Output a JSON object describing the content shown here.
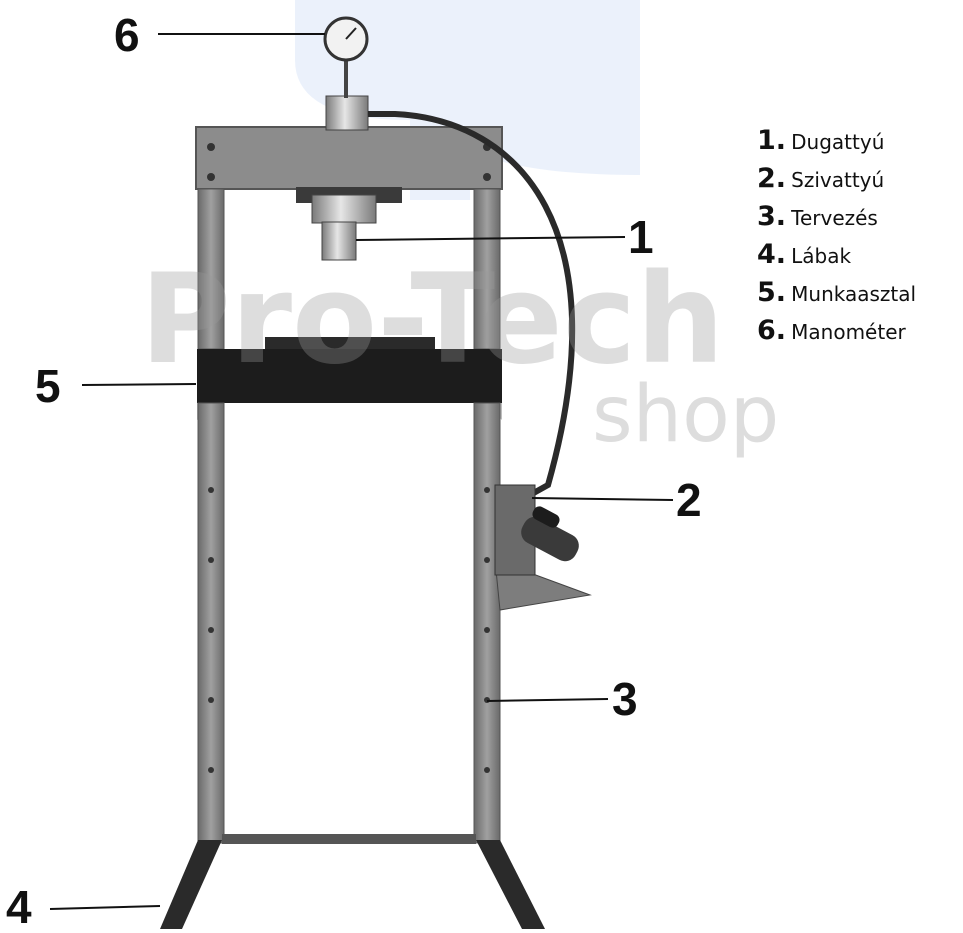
{
  "watermark": {
    "brand": "Pro-Tech",
    "sub": "shop",
    "color": "#9a9a9a",
    "accent": "#6e9fe0"
  },
  "callouts": [
    {
      "number": "1"
    },
    {
      "number": "2"
    },
    {
      "number": "3"
    },
    {
      "number": "4"
    },
    {
      "number": "5"
    },
    {
      "number": "6"
    }
  ],
  "legend": [
    {
      "number": "1.",
      "label": "Dugattyú"
    },
    {
      "number": "2.",
      "label": "Szivattyú"
    },
    {
      "number": "3.",
      "label": "Tervezés"
    },
    {
      "number": "4.",
      "label": "Lábak"
    },
    {
      "number": "5.",
      "label": "Munkaasztal"
    },
    {
      "number": "6.",
      "label": "Manométer"
    }
  ],
  "colors": {
    "frame": "#8a8a8a",
    "frame_dark": "#5f5f5f",
    "table": "#1c1c1c",
    "line": "#111111"
  }
}
